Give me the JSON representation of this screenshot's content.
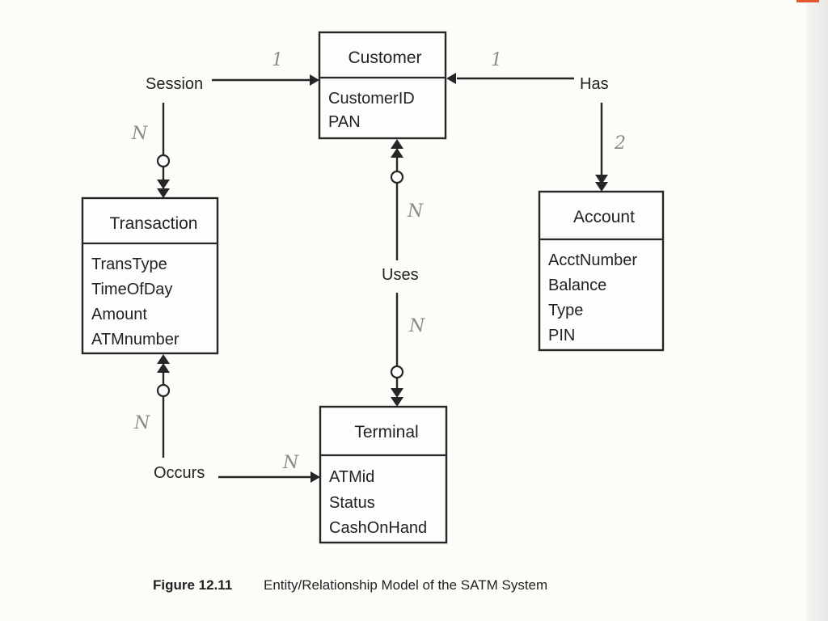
{
  "entities": {
    "customer": {
      "title": "Customer",
      "attributes": [
        "CustomerID",
        "PAN"
      ]
    },
    "transaction": {
      "title": "Transaction",
      "attributes": [
        "TransType",
        "TimeOfDay",
        "Amount",
        "ATMnumber"
      ]
    },
    "account": {
      "title": "Account",
      "attributes": [
        "AcctNumber",
        "Balance",
        "Type",
        "PIN"
      ]
    },
    "terminal": {
      "title": "Terminal",
      "attributes": [
        "ATMid",
        "Status",
        "CashOnHand"
      ]
    }
  },
  "relationships": {
    "session": "Session",
    "has": "Has",
    "uses": "Uses",
    "occurs": "Occurs"
  },
  "cardinalities": {
    "session_customer": "1",
    "session_transaction": "N",
    "has_customer": "1",
    "has_account": "2",
    "uses_customer": "N",
    "uses_terminal": "N",
    "occurs_transaction": "N",
    "occurs_terminal": "N"
  },
  "caption": {
    "label": "Figure 12.11",
    "text": "Entity/Relationship Model of the SATM System"
  }
}
